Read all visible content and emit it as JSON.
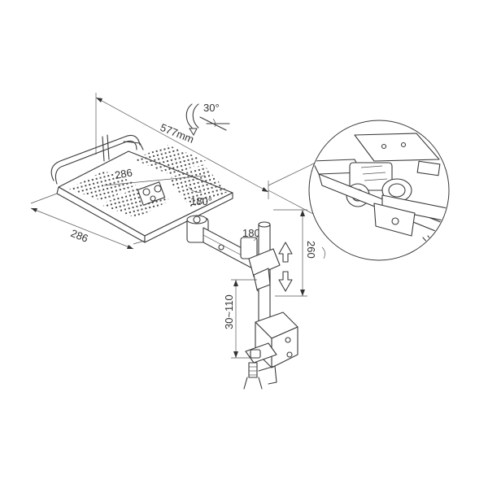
{
  "dimensions": {
    "angle": "30°",
    "length_total": "577mm",
    "tray_inner": "286",
    "tray_depth": "286",
    "rotation_tray": "180°",
    "rotation_arm": "180°",
    "height": "260",
    "clamp_range": "30~110"
  },
  "colors": {
    "line": "#3a3a3a",
    "background": "#ffffff"
  }
}
